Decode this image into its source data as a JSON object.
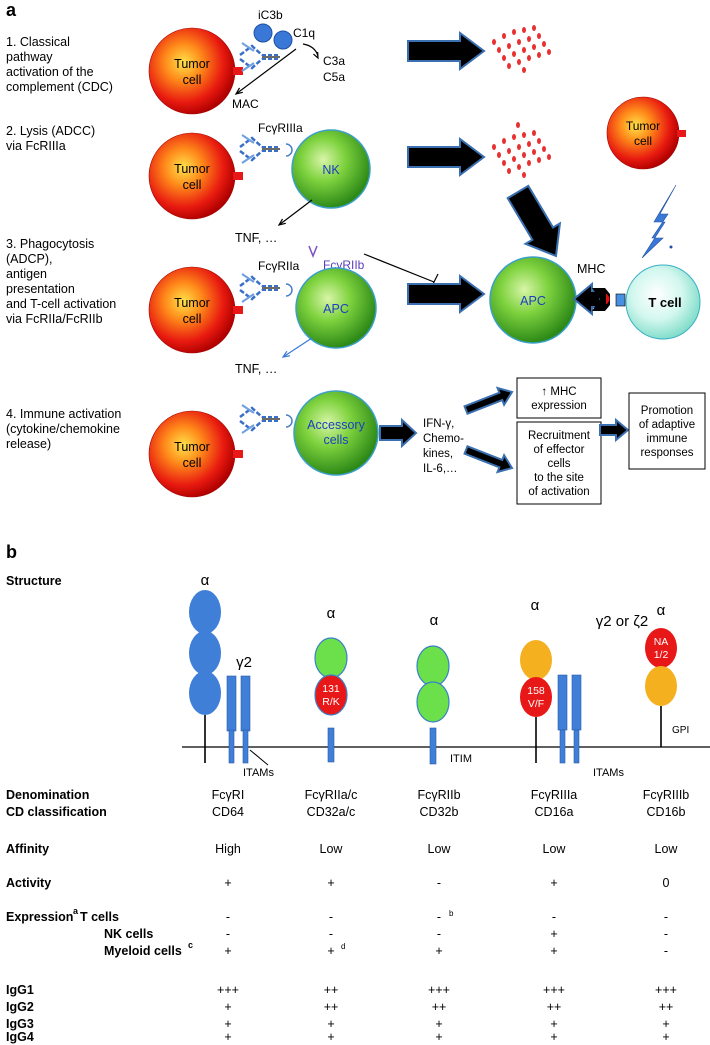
{
  "panel_a": {
    "letter": "a",
    "mech1": [
      "1. Classical",
      "pathway",
      "activation of the",
      "complement (CDC)"
    ],
    "mech2": [
      "2. Lysis (ADCC)",
      "via  FcRIIIa"
    ],
    "mech3": [
      "3. Phagocytosis",
      "(ADCP),",
      "antigen",
      "presentation",
      "and T-cell activation",
      "via FcRIIa/FcRIIb"
    ],
    "mech4": [
      "4. Immune activation",
      "(cytokine/chemokine",
      "release)"
    ],
    "tumor_cell": [
      "Tumor",
      "cell"
    ],
    "iC3b": "iC3b",
    "C1q": "C1q",
    "C3a": "C3a",
    "C5a": "C5a",
    "MAC": "MAC",
    "FcgRIIIa": "FcγRIIIa",
    "NK": "NK",
    "TNF": "TNF, …",
    "FcgRIIa": "FcγRIIa",
    "FcgRIIb": "FcγRIIb",
    "APC": "APC",
    "accessory": [
      "Accessory",
      "cells"
    ],
    "MHC": "MHC",
    "Tcell": "T cell",
    "cytokines": [
      "IFN-γ,",
      "Chemo-",
      "kines,",
      "IL-6,…"
    ],
    "box_mhc": [
      "↑ MHC",
      "expression"
    ],
    "box_recruit": [
      "Recruitment",
      "of effector",
      "cells",
      "to the site",
      "of activation"
    ],
    "box_promo": [
      "Promotion",
      "of adaptive",
      "immune",
      "responses"
    ]
  },
  "panel_b": {
    "letter": "b",
    "structure": "Structure",
    "alpha": "α",
    "gamma2": "γ2",
    "gamma2_or_zeta2": "γ2 or ζ2",
    "allele_131": [
      "131",
      "R/K"
    ],
    "allele_158": [
      "158",
      "V/F"
    ],
    "allele_NA": [
      "NA",
      "1/2"
    ],
    "ITAMs": "ITAMs",
    "ITIM": "ITIM",
    "GPI": "GPI",
    "rows": {
      "denomination": "Denomination",
      "cd": "CD classification",
      "affinity": "Affinity",
      "activity": "Activity",
      "expression": "Expression",
      "expression_sup": "a",
      "tcells": "T cells",
      "nkcells": "NK cells",
      "myeloid": "Myeloid cells",
      "myeloid_sup": "c",
      "igg1": "IgG1",
      "igg2": "IgG2",
      "igg3": "IgG3",
      "igg4": "IgG4"
    },
    "receptors": [
      {
        "name": "FcγRI",
        "cd": "CD64",
        "affinity": "High",
        "activity": "+",
        "tcells": "-",
        "tcells_sup": "",
        "nk": "-",
        "myeloid": "+",
        "myeloid_sup": "",
        "igg1": "+++",
        "igg2": "+",
        "igg3": "+",
        "igg4": "+"
      },
      {
        "name": "FcγRIIa/c",
        "cd": "CD32a/c",
        "affinity": "Low",
        "activity": "+",
        "tcells": "-",
        "tcells_sup": "",
        "nk": "-",
        "myeloid": "+",
        "myeloid_sup": "d",
        "igg1": "++",
        "igg2": "++",
        "igg3": "+",
        "igg4": "+"
      },
      {
        "name": "FcγRIIb",
        "cd": "CD32b",
        "affinity": "Low",
        "activity": "-",
        "tcells": "-",
        "tcells_sup": "b",
        "nk": "-",
        "myeloid": "+",
        "myeloid_sup": "",
        "igg1": "+++",
        "igg2": "++",
        "igg3": "+",
        "igg4": "+"
      },
      {
        "name": "FcγRIIIa",
        "cd": "CD16a",
        "affinity": "Low",
        "activity": "+",
        "tcells": "-",
        "tcells_sup": "",
        "nk": "+",
        "myeloid": "+",
        "myeloid_sup": "",
        "igg1": "+++",
        "igg2": "++",
        "igg3": "+",
        "igg4": "+"
      },
      {
        "name": "FcγRIIIb",
        "cd": "CD16b",
        "affinity": "Low",
        "activity": "0",
        "tcells": "-",
        "tcells_sup": "",
        "nk": "-",
        "myeloid": "-",
        "myeloid_sup": "",
        "igg1": "+++",
        "igg2": "++",
        "igg3": "+",
        "igg4": "+"
      }
    ]
  }
}
